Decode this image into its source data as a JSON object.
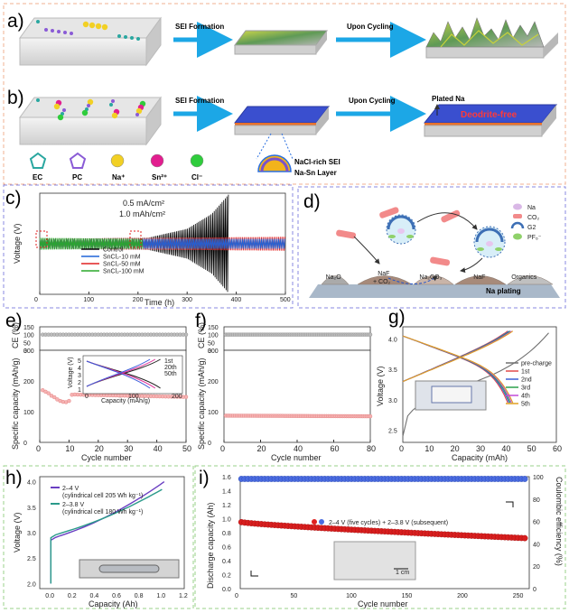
{
  "panels": {
    "a": "a)",
    "b": "b)",
    "c": "c)",
    "d": "d)",
    "e": "e)",
    "f": "f)",
    "g": "g)",
    "h": "h)",
    "i": "i)"
  },
  "schematic": {
    "sei_formation": "SEI Formation",
    "upon_cycling": "Upon Cycling",
    "plated_na": "Plated Na",
    "dendrite_free": "Deodrite-free",
    "nacl_rich_sei": "NaCl-rich SEI",
    "na_sn_layer": "Na-Sn Layer",
    "legend": [
      {
        "label": "EC",
        "color": "#2aa7a0"
      },
      {
        "label": "PC",
        "color": "#8a5bd6"
      },
      {
        "label": "Na⁺",
        "color": "#f2d024"
      },
      {
        "label": "Sn²⁺",
        "color": "#e21e8f"
      },
      {
        "label": "Cl⁻",
        "color": "#2fcc3c"
      }
    ],
    "colors": {
      "arrow": "#1ca7e6",
      "plate_top": "#3a4fcf",
      "sei": "#e8722c",
      "dendrite_a": "#ccd94a",
      "dendrite_b": "#4a8a4c"
    }
  },
  "mechanism": {
    "legend": [
      {
        "label": "Na",
        "color": "#d9b8e6"
      },
      {
        "label": "CO₂",
        "color": "#f28a8a"
      },
      {
        "label": "G2",
        "color": "#3d6fb5"
      },
      {
        "label": "PF₆⁻",
        "color": "#8fd16a"
      }
    ],
    "surface_labels": [
      "Na₂O",
      "NaF\n+ CO₂",
      "Na₂CO₃",
      "NaF",
      "Organics"
    ],
    "bottom": "Na plating"
  },
  "chart_data": [
    {
      "panel": "c",
      "type": "line",
      "annotation": [
        "0.5 mA/cm²",
        "1.0 mAh/cm²"
      ],
      "xlabel": "Time (h)",
      "ylabel": "Voltage (V)",
      "xlim": [
        0,
        500
      ],
      "xticks": [
        0,
        100,
        200,
        300,
        400,
        500
      ],
      "series": [
        {
          "name": "Control",
          "color": "#000000",
          "amplitude_at": [
            [
              0,
              0.1
            ],
            [
              220,
              0.12
            ],
            [
              300,
              0.3
            ],
            [
              350,
              0.6
            ],
            [
              385,
              1.0
            ]
          ],
          "end": 385
        },
        {
          "name": "SnCl₂-10 mM",
          "color": "#1e63d8",
          "amplitude_at": [
            [
              0,
              0.1
            ],
            [
              500,
              0.1
            ]
          ],
          "end": 500
        },
        {
          "name": "SnCl₂-50 mM",
          "color": "#e02020",
          "amplitude_at": [
            [
              0,
              0.1
            ],
            [
              500,
              0.14
            ]
          ],
          "end": 500
        },
        {
          "name": "SnCl₂-100 mM",
          "color": "#2aa82a",
          "amplitude_at": [
            [
              0,
              0.12
            ],
            [
              210,
              0.1
            ]
          ],
          "end": 210
        }
      ]
    },
    {
      "panel": "e",
      "type": "scatter",
      "xlabel": "Cycle number",
      "ylabel": "Specific capacity (mAh/g)",
      "ylabel_top": "CE (%)",
      "xlim": [
        0,
        50
      ],
      "xticks": [
        0,
        10,
        20,
        30,
        40,
        50
      ],
      "ylim_cap": [
        0,
        300
      ],
      "yticks_cap": [
        0,
        100,
        200,
        300
      ],
      "ylim_ce": [
        0,
        150
      ],
      "yticks_ce": [
        0,
        50,
        100,
        150
      ],
      "ce_value": 100,
      "capacity": [
        [
          1,
          170
        ],
        [
          2,
          165
        ],
        [
          3,
          160
        ],
        [
          4,
          152
        ],
        [
          5,
          147
        ],
        [
          6,
          140
        ],
        [
          7,
          135
        ],
        [
          8,
          132
        ],
        [
          9,
          131
        ],
        [
          10,
          135
        ],
        [
          11,
          155
        ],
        [
          12,
          156
        ],
        [
          15,
          155
        ],
        [
          20,
          154
        ],
        [
          25,
          153
        ],
        [
          30,
          152
        ],
        [
          35,
          151
        ],
        [
          40,
          150
        ],
        [
          45,
          149
        ],
        [
          50,
          148
        ]
      ],
      "inset": {
        "xlabel": "Capacity (mAh/g)",
        "ylabel": "Voltage (V)",
        "xticks": [
          0,
          100,
          200
        ],
        "yticks": [
          1,
          2,
          3,
          4,
          5
        ],
        "legend": [
          {
            "label": "1st",
            "color": "#222222"
          },
          {
            "label": "20th",
            "color": "#e0309a"
          },
          {
            "label": "50th",
            "color": "#3b5bd9"
          }
        ]
      }
    },
    {
      "panel": "f",
      "type": "scatter",
      "xlabel": "Cycle number",
      "ylabel": "Specific capacity (mAh/g)",
      "ylabel_top": "CE (%)",
      "xlim": [
        0,
        80
      ],
      "xticks": [
        0,
        20,
        40,
        60,
        80
      ],
      "ylim_cap": [
        0,
        300
      ],
      "yticks_cap": [
        0,
        100,
        200,
        300
      ],
      "ylim_ce": [
        0,
        150
      ],
      "yticks_ce": [
        0,
        50,
        100,
        150
      ],
      "ce_value": 100,
      "capacity_start": 87,
      "capacity_end": 85
    },
    {
      "panel": "g",
      "type": "line",
      "xlabel": "Capacity (mAh)",
      "ylabel": "Voltage (V)",
      "xlim": [
        0,
        60
      ],
      "ylim": [
        2.3,
        4.2
      ],
      "xticks": [
        0,
        10,
        20,
        30,
        40,
        50,
        60
      ],
      "yticks": [
        2.5,
        3.0,
        3.5,
        4.0
      ],
      "series": [
        {
          "name": "pre-charge",
          "color": "#707070",
          "max_cap": 57
        },
        {
          "name": "1st",
          "color": "#e14a4a",
          "max_cap": 41
        },
        {
          "name": "2nd",
          "color": "#3a5fd6",
          "max_cap": 41.5
        },
        {
          "name": "3rd",
          "color": "#2ba04a",
          "max_cap": 42
        },
        {
          "name": "4th",
          "color": "#c04ad8",
          "max_cap": 42.5
        },
        {
          "name": "5th",
          "color": "#e0a020",
          "max_cap": 43
        }
      ]
    },
    {
      "panel": "h",
      "type": "line",
      "xlabel": "Capacity (Ah)",
      "ylabel": "Voltage (V)",
      "xlim": [
        -0.1,
        1.2
      ],
      "ylim": [
        1.9,
        4.1
      ],
      "xticks": [
        0.0,
        0.2,
        0.4,
        0.6,
        0.8,
        1.0,
        1.2
      ],
      "yticks": [
        2.0,
        2.5,
        3.0,
        3.5,
        4.0
      ],
      "series": [
        {
          "name": "2–4 V",
          "note": "(cylindrical cell 205 Wh kg⁻¹)",
          "color": "#6a3fc2",
          "vmin": 2.0
        },
        {
          "name": "2–3.8 V",
          "note": "(cylindrical cell 180 Wh kg⁻¹)",
          "color": "#2a9a8a",
          "vmin": 2.0
        }
      ]
    },
    {
      "panel": "i",
      "type": "scatter",
      "xlabel": "Cycle number",
      "ylabel": "Discharge capacity (Ah)",
      "ylabel_right": "Coulombic efficiency (%)",
      "xlim": [
        0,
        260
      ],
      "xticks": [
        0,
        50,
        100,
        150,
        200,
        250
      ],
      "ylim": [
        0.0,
        1.6
      ],
      "yticks": [
        0.0,
        0.2,
        0.4,
        0.6,
        0.8,
        1.0,
        1.2,
        1.4,
        1.6
      ],
      "ylim_right": [
        0,
        100
      ],
      "yticks_right": [
        0,
        20,
        40,
        60,
        80,
        100
      ],
      "legend": "2–4 V (five cycles) + 2–3.8 V (subsequent)",
      "capacity_start": 0.95,
      "capacity_end": 0.72,
      "ce_value": 98,
      "scalebar": "1 cm"
    }
  ]
}
